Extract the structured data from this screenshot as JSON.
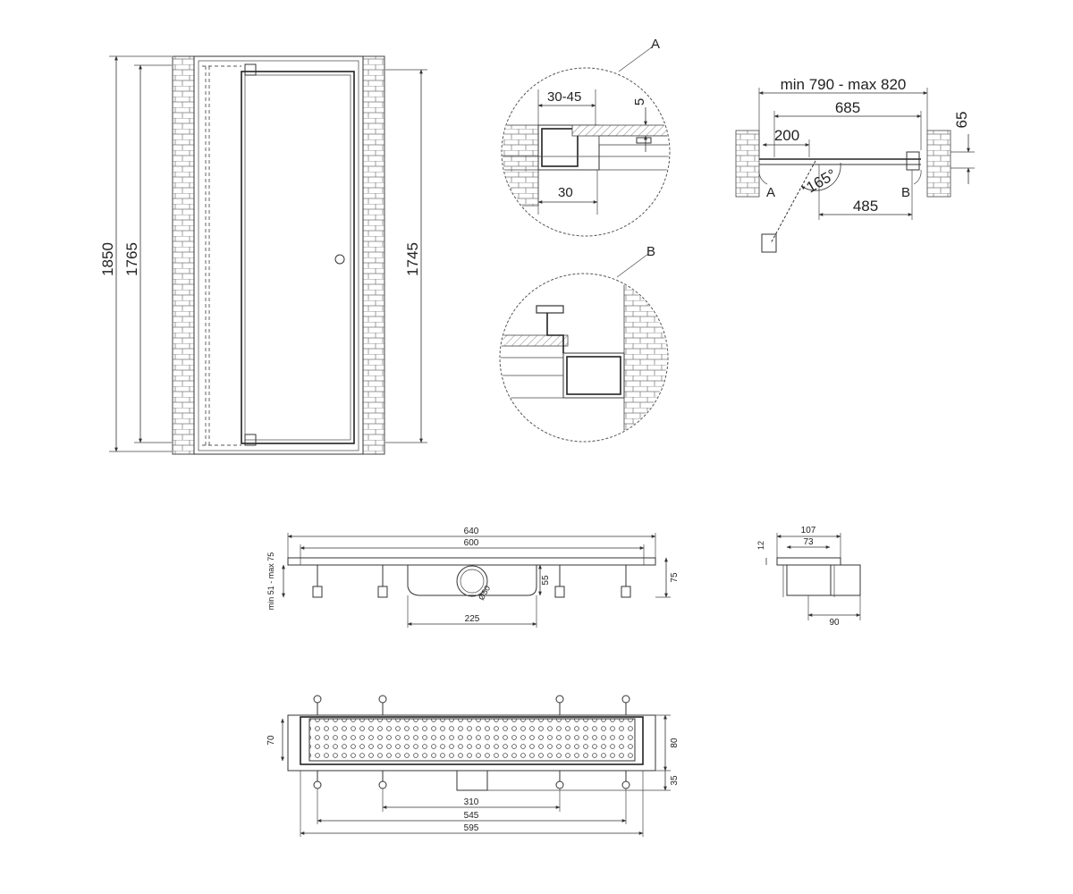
{
  "door_elevation": {
    "dim_total_height": "1850",
    "dim_door_height": "1765",
    "dim_clear_height": "1745"
  },
  "detail_a": {
    "callout": "A",
    "dim_adjust": "30-45",
    "dim_5": "5",
    "dim_30": "30"
  },
  "detail_b": {
    "callout": "B"
  },
  "plan_view": {
    "dim_range": "min 790 - max 820",
    "dim_685": "685",
    "dim_200": "200",
    "dim_65": "65",
    "dim_485": "485",
    "angle": "165°",
    "label_a": "A",
    "label_b": "B"
  },
  "drain_side": {
    "dim_640": "640",
    "dim_600": "600",
    "dim_height_range": "min 51 - max 75",
    "dim_55": "55",
    "dim_75": "75",
    "dim_225": "225",
    "dim_outlet": "Ø50"
  },
  "drain_section": {
    "dim_107": "107",
    "dim_73": "73",
    "dim_12": "12",
    "dim_90": "90"
  },
  "drain_top": {
    "dim_70": "70",
    "dim_80": "80",
    "dim_35": "35",
    "dim_310": "310",
    "dim_545": "545",
    "dim_595": "595"
  }
}
